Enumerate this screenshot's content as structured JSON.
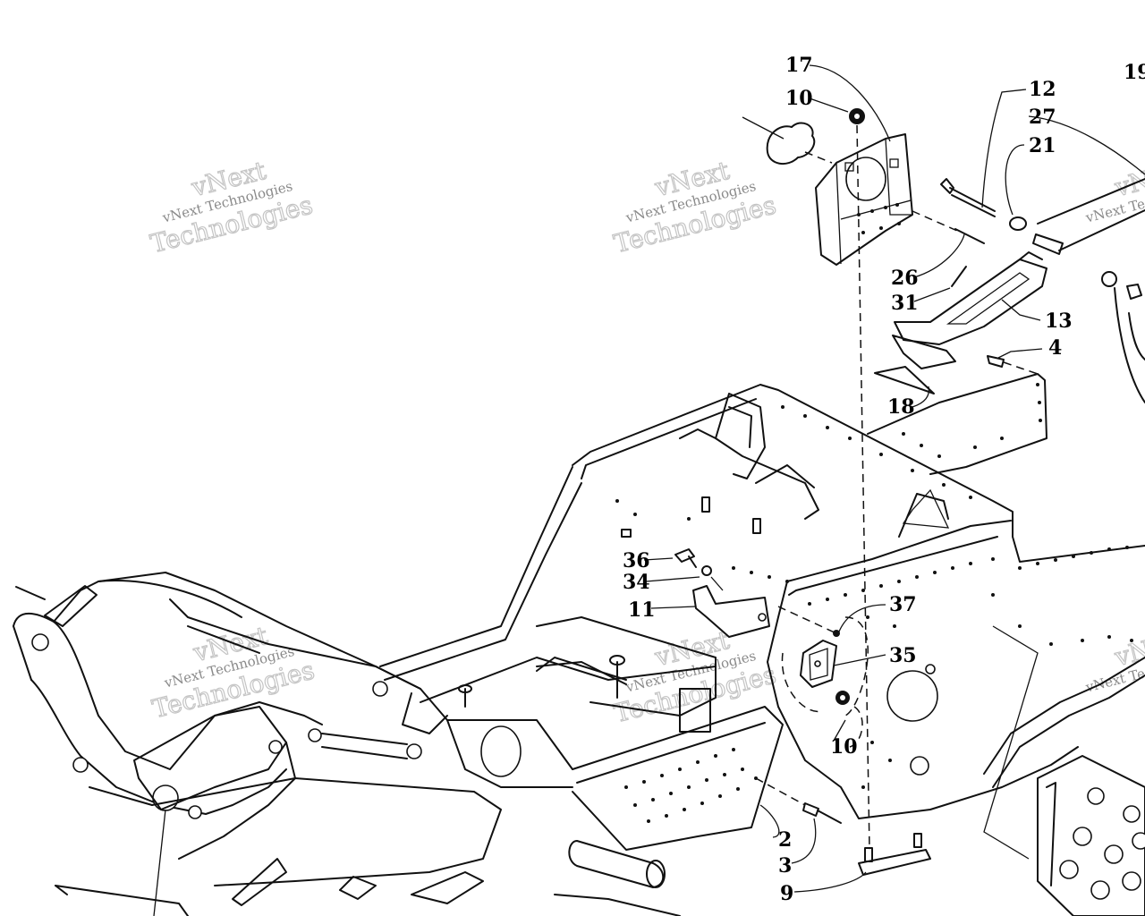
{
  "callouts": [
    {
      "id": "17",
      "text": "17"
    },
    {
      "id": "10a",
      "text": "10"
    },
    {
      "id": "19",
      "text": "19"
    },
    {
      "id": "12",
      "text": "12"
    },
    {
      "id": "27",
      "text": "27"
    },
    {
      "id": "21",
      "text": "21"
    },
    {
      "id": "26",
      "text": "26"
    },
    {
      "id": "31",
      "text": "31"
    },
    {
      "id": "13",
      "text": "13"
    },
    {
      "id": "4",
      "text": "4"
    },
    {
      "id": "18",
      "text": "18"
    },
    {
      "id": "36",
      "text": "36"
    },
    {
      "id": "34",
      "text": "34"
    },
    {
      "id": "11",
      "text": "11"
    },
    {
      "id": "37",
      "text": "37"
    },
    {
      "id": "35",
      "text": "35"
    },
    {
      "id": "10b",
      "text": "10"
    },
    {
      "id": "2",
      "text": "2"
    },
    {
      "id": "3",
      "text": "3"
    },
    {
      "id": "9",
      "text": "9"
    }
  ],
  "watermark": {
    "top_line": "vNext",
    "small_line": "vNext Technologies",
    "big_line": "Technologies"
  },
  "colors": {
    "ink": "#111111",
    "watermark": "#c4c4c4",
    "background": "#ffffff"
  }
}
